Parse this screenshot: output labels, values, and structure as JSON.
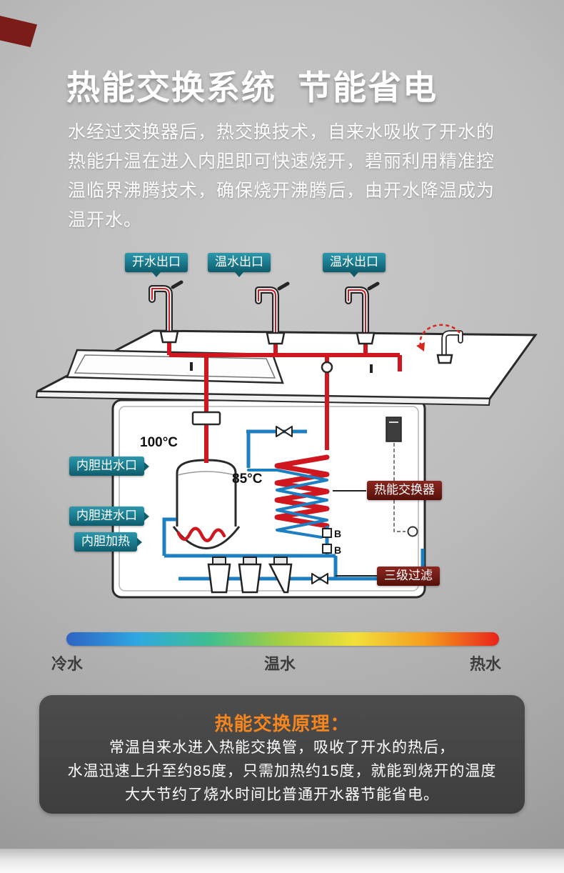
{
  "page": {
    "title": "热能交换系统  节能省电",
    "intro_lines": [
      "水经过交换器后，热交换技术，自来水吸收了开水的",
      "热能升温在进入内胆即可快速烧开，碧丽利用精准控",
      "温临界沸腾技术，确保烧开沸腾后，由开水降温成为",
      "温开水。"
    ]
  },
  "diagram": {
    "outlet_labels": [
      {
        "label": "开水出口"
      },
      {
        "label": "温水出口"
      },
      {
        "label": "温水出口"
      }
    ],
    "component_labels": {
      "tank_outlet": "内胆出水口",
      "tank_inlet": "内胆进水口",
      "tank_heating": "内胆加热",
      "heat_exchanger": "热能交换器",
      "filter": "三级过滤"
    },
    "temperatures": {
      "boiling": "100°C",
      "preheated": "85°C"
    },
    "valve_marks": [
      "B",
      "B"
    ],
    "colors": {
      "hot_pipe": "#cf1720",
      "cold_pipe": "#1d7ec2",
      "label_teal": "#1c7e92",
      "label_maroon": "#6e1b15"
    }
  },
  "temperature_scale": {
    "gradient": [
      "#2f63c4",
      "#2fa8e0",
      "#3fbf8f",
      "#a8cf3f",
      "#f2e03a",
      "#f59b1e",
      "#e8231a"
    ],
    "labels": {
      "cold": "冷水",
      "warm": "温水",
      "hot": "热水"
    }
  },
  "principle": {
    "title": "热能交换原理：",
    "lines": [
      "常温自来水进入热能交换管，吸收了开水的热后，",
      "水温迅速上升至约85度，只需加热约15度，就能到烧开的温度",
      "大大节约了烧水时间比普通开水器节能省电。"
    ],
    "accent_color": "#f5861f"
  }
}
